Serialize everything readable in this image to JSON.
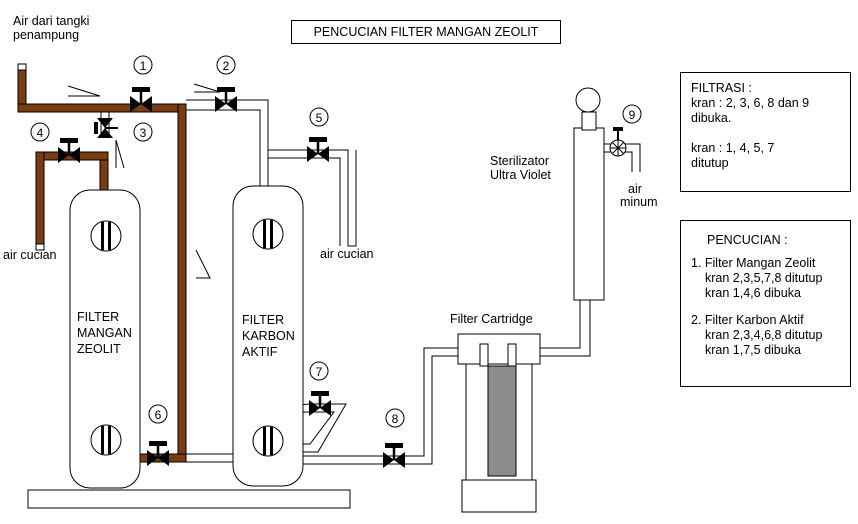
{
  "title": "PENCUCIAN FILTER MANGAN ZEOLIT",
  "labels": {
    "inlet_line1": "Air dari tangki",
    "inlet_line2": "penampung",
    "wash_left": "air cucian",
    "wash_middle": "air cucian",
    "filter1_line1": "FILTER",
    "filter1_line2": "MANGAN",
    "filter1_line3": "ZEOLIT",
    "filter2_line1": "FILTER",
    "filter2_line2": "KARBON",
    "filter2_line3": "AKTIF",
    "cartridge": "Filter Cartridge",
    "uv_line1": "Sterilizator",
    "uv_line2": "Ultra Violet",
    "drink_line1": "air",
    "drink_line2": "minum"
  },
  "valves": [
    "1",
    "2",
    "3",
    "4",
    "5",
    "6",
    "7",
    "8",
    "9"
  ],
  "filtrasi_box": {
    "heading": "FILTRASI :",
    "line1": "kran : 2, 3, 6, 8 dan 9",
    "line2": "dibuka.",
    "line3": "kran : 1, 4, 5, 7",
    "line4": "ditutup"
  },
  "pencucian_box": {
    "heading": "PENCUCIAN :",
    "item1_title": "1. Filter Mangan Zeolit",
    "item1_line2": "kran 2,3,5,7,8 ditutup",
    "item1_line3": "kran 1,4,6 dibuka",
    "item2_title": "2. Filter Karbon Aktif",
    "item2_line2": "kran 2,3,4,6,8 ditutup",
    "item2_line3": "kran 1,7,5 dibuka"
  },
  "colors": {
    "active_pipe": "#7a3d12",
    "line": "#000000",
    "cartridge_core": "#8c8c8c",
    "background": "#ffffff"
  }
}
